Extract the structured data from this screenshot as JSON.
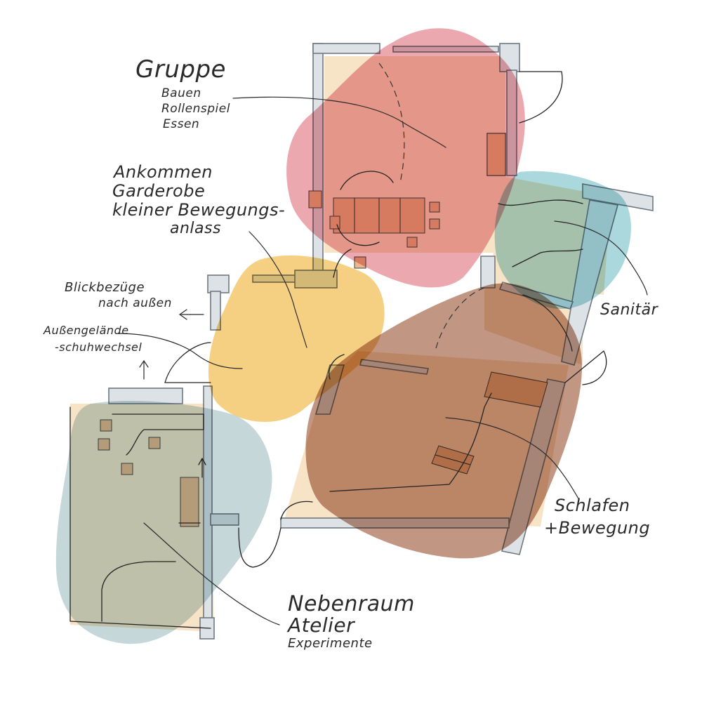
{
  "colors": {
    "gruppe": "#e68b94",
    "sanitaer": "#7cc3c9",
    "ankommen": "#f2c05a",
    "schlafen": "#a76a4f",
    "nebenraum": "#9fbdbf",
    "walls": "#dde2e6",
    "floor": "#f7e4c7",
    "ink": "#2a2a2a"
  },
  "labels": {
    "gruppe": {
      "title": "Gruppe",
      "lines": [
        "Bauen",
        "Rollenspiel",
        "Essen"
      ]
    },
    "ankommen": {
      "lines": [
        "Ankommen",
        "Garderobe",
        "kleiner Bewegungs-",
        "anlass"
      ]
    },
    "blickbezuege": {
      "lines": [
        "Blickbezüge",
        "nach außen"
      ]
    },
    "aussengelaende": {
      "lines": [
        "Außengelände",
        "-schuhwechsel"
      ]
    },
    "sanitaer": {
      "title": "Sanitär"
    },
    "schlafen": {
      "lines": [
        "Schlafen",
        "+Bewegung"
      ]
    },
    "nebenraum": {
      "lines": [
        "Nebenraum",
        "Atelier",
        "Experimente"
      ]
    }
  }
}
